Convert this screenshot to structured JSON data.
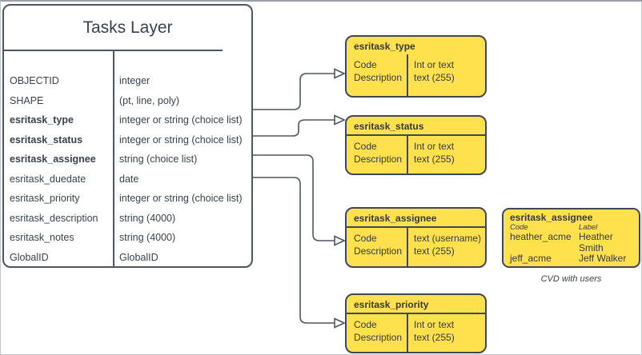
{
  "tasks_layer": {
    "title": "Tasks Layer",
    "fields": [
      {
        "name": "OBJECTID",
        "type": "integer"
      },
      {
        "name": "SHAPE",
        "type": "(pt, line, poly)"
      },
      {
        "name": "esritask_type",
        "type": "integer or string (choice list)"
      },
      {
        "name": "esritask_status",
        "type": "integer or string (choice list)"
      },
      {
        "name": "esritask_assignee",
        "type": "string (choice list)"
      },
      {
        "name": "esritask_duedate",
        "type": "date"
      },
      {
        "name": "esritask_priority",
        "type": "integer or string (choice list)"
      },
      {
        "name": "esritask_description",
        "type": "string (4000)"
      },
      {
        "name": "esritask_notes",
        "type": "string (4000)"
      },
      {
        "name": "GlobalID",
        "type": "GlobalID"
      }
    ]
  },
  "choice_lists": [
    {
      "title": "esritask_type",
      "left": [
        "Code",
        "Description"
      ],
      "right": [
        "Int or text",
        "text (255)"
      ]
    },
    {
      "title": "esritask_status",
      "left": [
        "Code",
        "Description"
      ],
      "right": [
        "Int or text",
        "text (255)"
      ]
    },
    {
      "title": "esritask_assignee",
      "left": [
        "Code",
        "Description"
      ],
      "right": [
        "text  (username)",
        "text (255)"
      ]
    },
    {
      "title": "esritask_priority",
      "left": [
        "Code",
        "Description"
      ],
      "right": [
        "Int or text",
        "text (255)"
      ]
    }
  ],
  "cvd": {
    "title": "esritask_assignee",
    "col_headers": [
      "Code",
      "Label"
    ],
    "rows": [
      {
        "code": "heather_acme",
        "label": "Heather Smith"
      },
      {
        "code": "jeff_acme",
        "label": "Jeff Walker"
      },
      {
        "code": "....",
        "label": ""
      }
    ],
    "caption": "CVD with users"
  },
  "colors": {
    "box_fill": "#ffe14d",
    "box_border": "#3f4854",
    "line": "#4d5663",
    "text": "#39424e"
  }
}
